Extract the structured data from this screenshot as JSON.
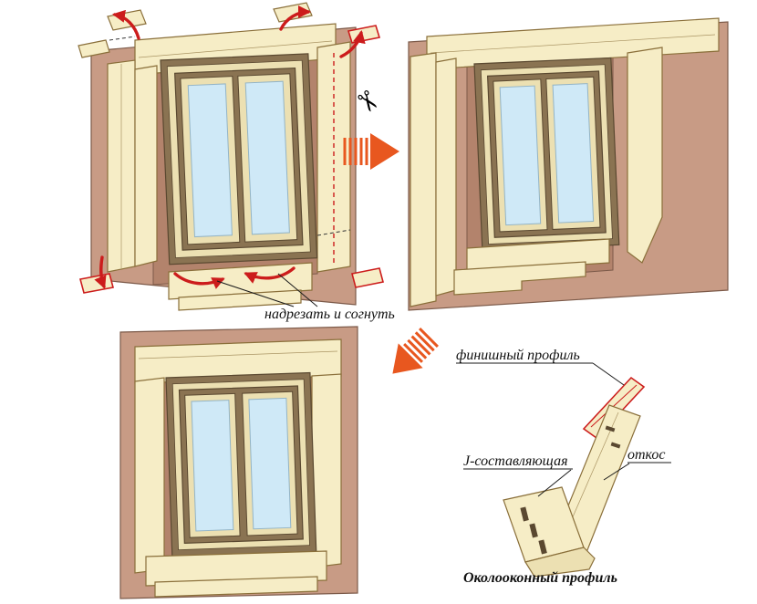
{
  "labels": {
    "cut_and_bend": "надрезать и согнуть",
    "finish_profile": "финишный профиль",
    "j_component": "J-составляющая",
    "slope": "откос",
    "window_profile": "Околооконный профиль"
  },
  "icons": {
    "scissors": "✂"
  },
  "colors": {
    "wall": "#c89b85",
    "recess": "#b3836c",
    "siding": "#f6edc6",
    "siding-shade": "#ece0b2",
    "frame": "#8a7352",
    "frame-edge": "#5a4830",
    "glass": "#cfe9f7",
    "accent-red": "#cc1c1c",
    "arrow-orange": "#e8571f",
    "outline": "#7c5a49",
    "panel-edge": "#8a6f3a",
    "text": "#111111"
  }
}
